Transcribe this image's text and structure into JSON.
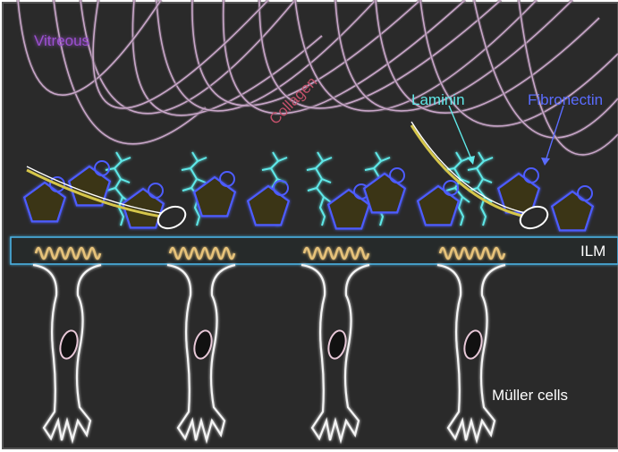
{
  "labels": {
    "vitreous": "Vitreous",
    "collagen": "Collagen",
    "laminin": "Laminin",
    "fibronectin": "Fibronectin",
    "ilm": "ILM",
    "muller": "Müller cells"
  },
  "colors": {
    "background": "#2a2a2a",
    "frame": "#555555",
    "vitreous_text": "#9b4fd0",
    "collagen_text": "#c0506a",
    "collagen_fiber": "#c9a7c9",
    "laminin": "#5fe8e8",
    "fibronectin": "#4d5cff",
    "fibronectin_text": "#5a6cff",
    "pentagon_fill": "#3a3418",
    "ilm_band": "#4ab0e0",
    "cell_outline": "#f4f4f4",
    "wave": "#e6c27a",
    "nucleus": "#e8c8d8",
    "white_text": "#ffffff"
  }
}
